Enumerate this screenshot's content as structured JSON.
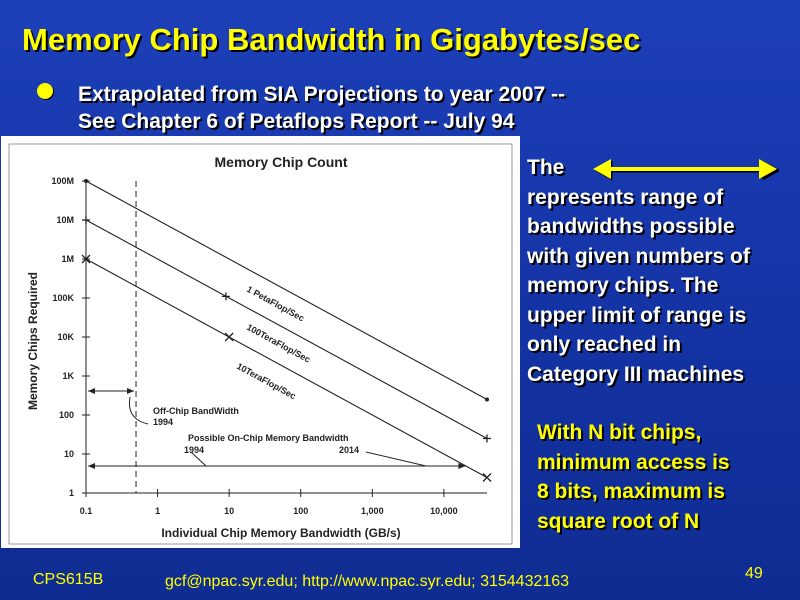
{
  "slide": {
    "title": "Memory Chip Bandwidth in Gigabytes/sec",
    "bullet_line1": "Extrapolated from SIA Projections to year 2007 --",
    "bullet_line2": "See Chapter 6 of Petaflops Report -- July 94",
    "note_lines": [
      "The",
      "represents range of",
      "bandwidths possible",
      "with given numbers of",
      "memory chips. The",
      "upper limit of range is",
      "only reached in",
      "Category III machines"
    ],
    "note2_lines": [
      "With N bit chips,",
      "minimum access is",
      "8 bits, maximum is",
      "square root of N"
    ],
    "footer_course": "CPS615B",
    "footer_contact": "gcf@npac.syr.edu; http://www.npac.syr.edu; 3154432163",
    "page_number": "49",
    "colors": {
      "title": "#ffff00",
      "background": "#1535a8",
      "arrow": "#ffff00"
    }
  },
  "chart_data": {
    "type": "line",
    "title": "Memory Chip Count",
    "xlabel": "Individual Chip Memory Bandwidth (GB/s)",
    "ylabel": "Memory Chips Required",
    "x_scale": "log",
    "y_scale": "log",
    "xlim": [
      0.1,
      40000
    ],
    "ylim": [
      1,
      100000000
    ],
    "x_ticks": [
      {
        "value": 0.1,
        "label": "0.1"
      },
      {
        "value": 1,
        "label": "1"
      },
      {
        "value": 10,
        "label": "10"
      },
      {
        "value": 100,
        "label": "100"
      },
      {
        "value": 1000,
        "label": "1,000"
      },
      {
        "value": 10000,
        "label": "10,000"
      }
    ],
    "y_ticks": [
      {
        "value": 1,
        "label": "1"
      },
      {
        "value": 10,
        "label": "10"
      },
      {
        "value": 100,
        "label": "100"
      },
      {
        "value": 1000,
        "label": "1K"
      },
      {
        "value": 10000,
        "label": "10K"
      },
      {
        "value": 100000,
        "label": "100K"
      },
      {
        "value": 1000000,
        "label": "1M"
      },
      {
        "value": 10000000,
        "label": "10M"
      },
      {
        "value": 100000000,
        "label": "100M"
      }
    ],
    "series": [
      {
        "name": "1 PetaFlop/Sec",
        "marker": "dot",
        "points": [
          [
            0.1,
            100000000
          ],
          [
            40000,
            250
          ]
        ],
        "markers": [
          [
            0.1,
            100000000
          ],
          [
            40000,
            250
          ]
        ]
      },
      {
        "name": "100TeraFlop/Sec",
        "marker": "plus",
        "points": [
          [
            0.1,
            10000000
          ],
          [
            40000,
            25
          ]
        ],
        "markers": [
          [
            0.1,
            10000000
          ],
          [
            9,
            110000
          ],
          [
            40000,
            25
          ]
        ]
      },
      {
        "name": "10TeraFlop/Sec",
        "marker": "x",
        "points": [
          [
            0.1,
            1000000
          ],
          [
            40000,
            2.5
          ]
        ],
        "markers": [
          [
            0.1,
            1000000
          ],
          [
            10,
            10000
          ],
          [
            40000,
            2.5
          ]
        ]
      }
    ],
    "annotations": {
      "offchip_label": "Off-Chip BandWidth",
      "offchip_year": "1994",
      "offchip_x": 0.5,
      "onchip_label": "Possible On-Chip Memory Bandwidth",
      "onchip_year_start": "1994",
      "onchip_year_end": "2014",
      "onchip_range": [
        0.1,
        20000
      ]
    },
    "legend": "none",
    "grid": false
  }
}
